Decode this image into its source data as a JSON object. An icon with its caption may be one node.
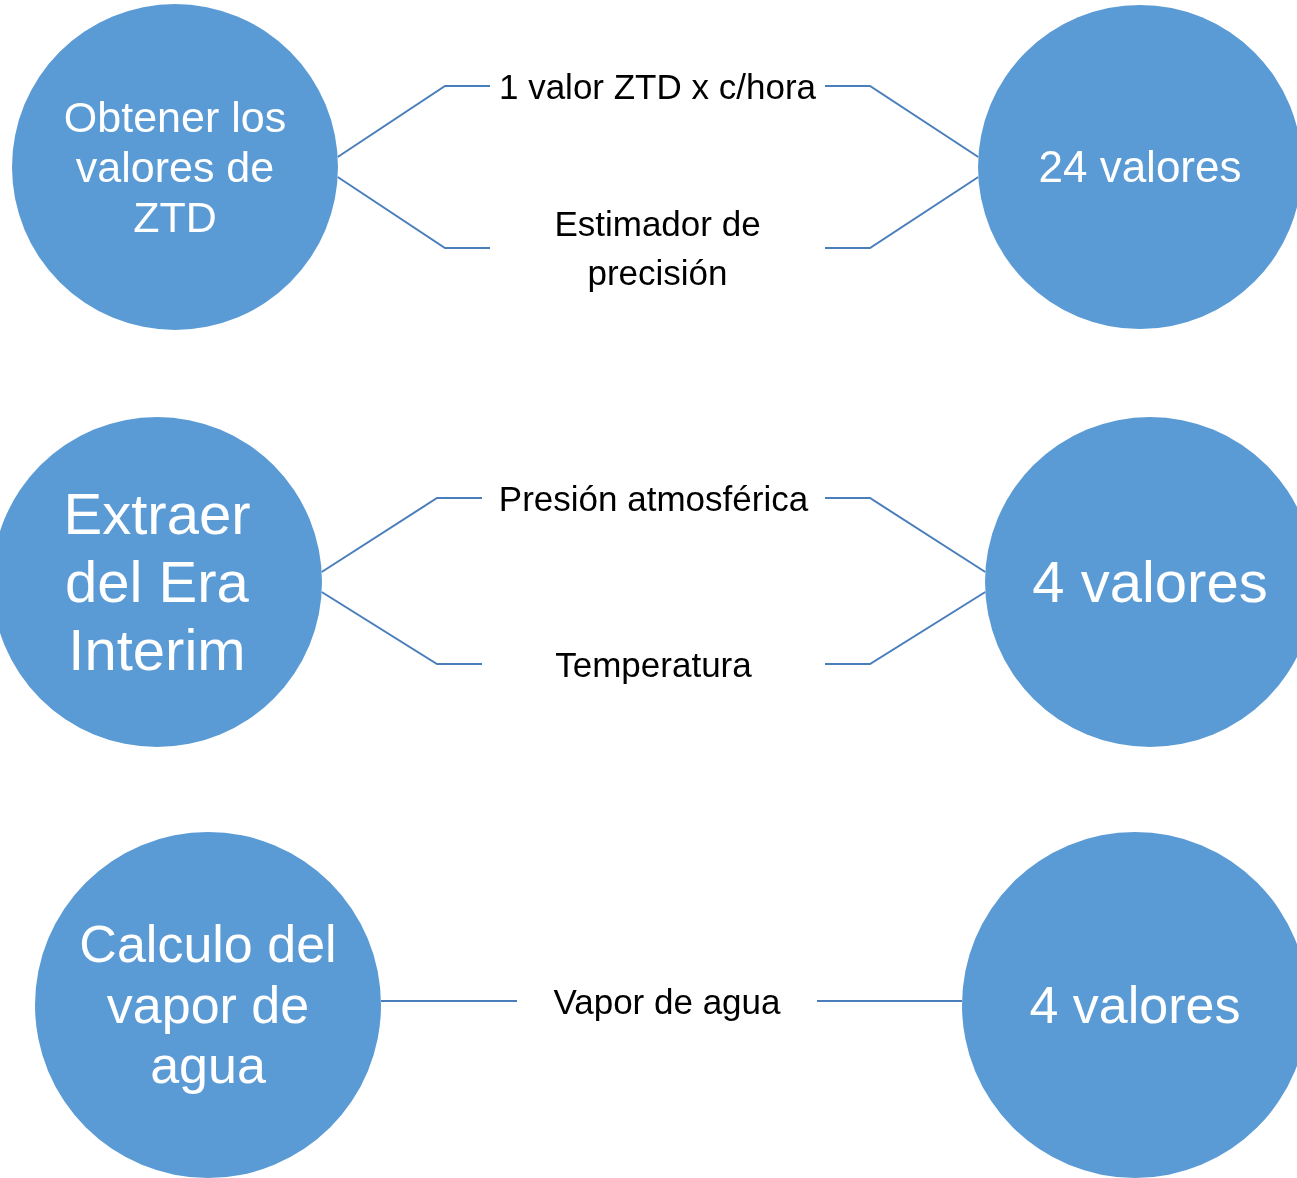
{
  "diagram": {
    "nodes": [
      {
        "text": [
          "Obtener los valores de ZTD"
        ]
      },
      {
        "text": [
          "1 valor ZTD x c/hora"
        ]
      },
      {
        "text": [
          "24 valores"
        ]
      },
      {
        "text": [
          "Estimador de precisión"
        ]
      },
      {
        "text": [
          "Extraer del Era Interim"
        ]
      },
      {
        "text": [
          "Presión atmosférica"
        ]
      },
      {
        "text": [
          "4 valores"
        ]
      },
      {
        "text": [
          "Temperatura"
        ]
      },
      {
        "text": [
          "Calculo del vapor de agua"
        ]
      },
      {
        "text": [
          "Vapor de agua"
        ]
      },
      {
        "text": [
          "4 valores"
        ]
      }
    ],
    "edges": [
      {
        "from": 0,
        "to": 1,
        "arrow": "none"
      },
      {
        "from": 0,
        "to": 3,
        "arrow": "none"
      },
      {
        "from": 1,
        "to": 2,
        "arrow": "none"
      },
      {
        "from": 3,
        "to": 2,
        "arrow": "none"
      },
      {
        "from": 4,
        "to": 5,
        "arrow": "none"
      },
      {
        "from": 4,
        "to": 7,
        "arrow": "none"
      },
      {
        "from": 5,
        "to": 6,
        "arrow": "none"
      },
      {
        "from": 7,
        "to": 6,
        "arrow": "none"
      },
      {
        "from": 8,
        "to": 9,
        "arrow": "none"
      },
      {
        "from": 9,
        "to": 10,
        "arrow": "none"
      }
    ]
  }
}
